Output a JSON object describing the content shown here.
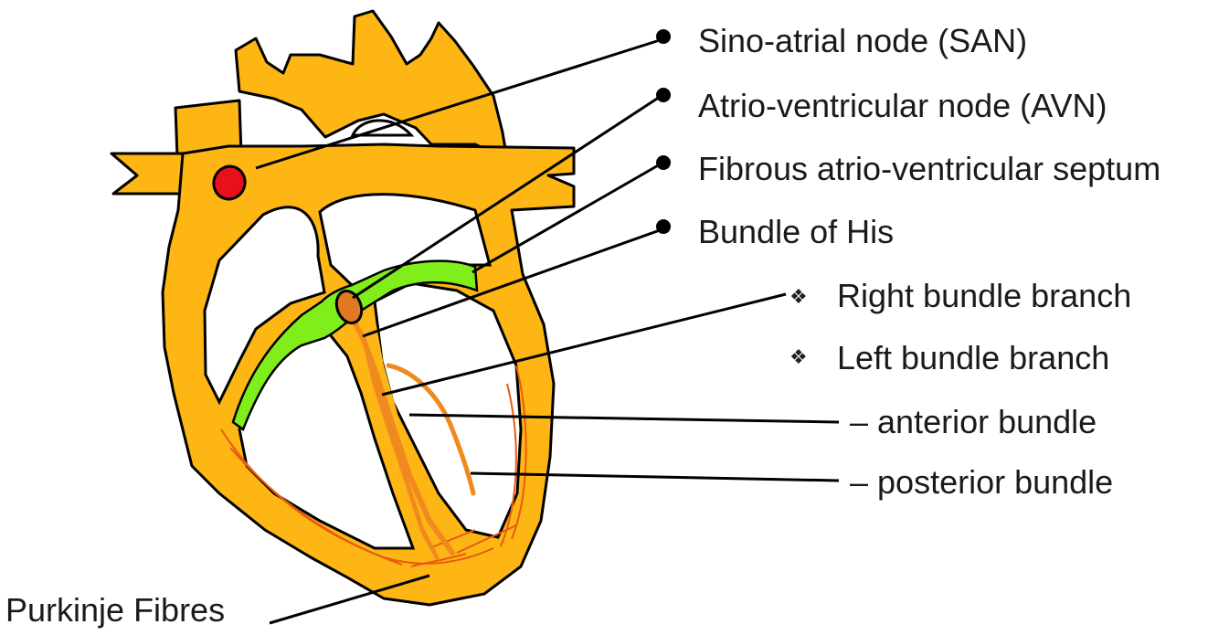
{
  "labels": {
    "san": "Sino-atrial node (SAN)",
    "avn": "Atrio-ventricular node (AVN)",
    "septum": "Fibrous atrio-ventricular septum",
    "his": "Bundle of His",
    "rbb": "Right bundle branch",
    "lbb": "Left bundle branch",
    "anterior": "– anterior bundle",
    "posterior": "– posterior bundle",
    "purkinje": "Purkinje Fibres"
  },
  "markers": {
    "rbb": "❖",
    "lbb": "❖"
  },
  "colors": {
    "heart": "#FDB614",
    "outline": "#000000",
    "septum": "#80EE1A",
    "san": "#E8101A",
    "avn": "#E07A20",
    "conduction": "#F08A1E",
    "purkinje": "#E85A10"
  }
}
